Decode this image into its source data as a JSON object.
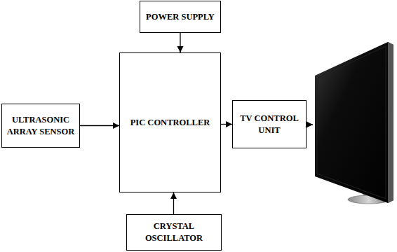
{
  "diagram": {
    "nodes": [
      {
        "text": [
          "POWER SUPPLY"
        ]
      },
      {
        "text": [
          "ULTRASONIC ARRAY SENSOR"
        ]
      },
      {
        "text": [
          "PIC CONTROLLER"
        ]
      },
      {
        "text": [
          "TV CONTROL UNIT"
        ]
      },
      {
        "text": [
          "CRYSTAL OSCILLATOR"
        ]
      }
    ],
    "edges": [
      {
        "from": 0,
        "to": 2,
        "arrow": "to"
      },
      {
        "from": 1,
        "to": 2,
        "arrow": "to"
      },
      {
        "from": 4,
        "to": 2,
        "arrow": "to"
      },
      {
        "from": 2,
        "to": 3,
        "arrow": "to"
      }
    ]
  }
}
